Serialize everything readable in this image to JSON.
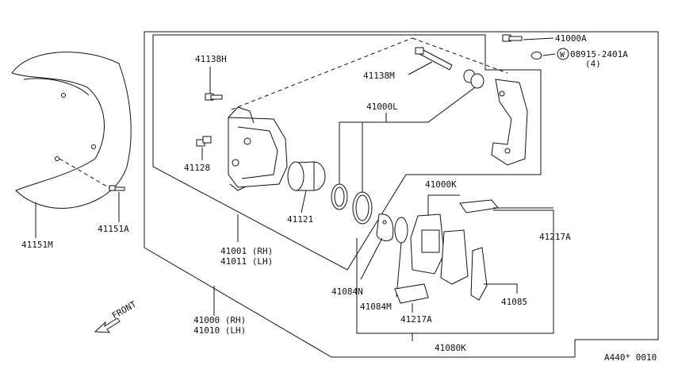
{
  "labels": {
    "shield": "41151M",
    "shield_bolt": "41151A",
    "bolt_41138h": "41138H",
    "bleeder": "41128",
    "pin_bolt": "41138M",
    "seal_kit": "41000L",
    "piston": "41121",
    "caliper_rh": "41001 (RH)",
    "caliper_lh": "41011 (LH)",
    "assembly_rh": "41000 (RH)",
    "assembly_lh": "41010 (LH)",
    "mount_bolt": "41000A",
    "washer_symbol": "W",
    "washer": "08915-2401A",
    "washer_qty": "(4)",
    "pad_kit": "41000K",
    "spring": "41217A",
    "shim_n": "41084N",
    "shim_m": "41084M",
    "spring_lower": "41217A",
    "shim_85": "41085",
    "pad_set": "41080K",
    "front": "FRONT",
    "code": "A440* 0010"
  }
}
